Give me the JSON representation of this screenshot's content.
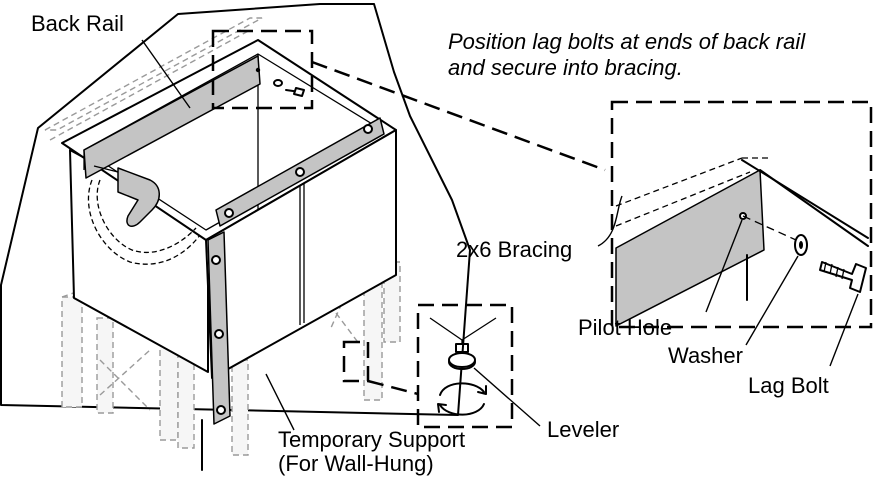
{
  "labels": {
    "back_rail": "Back Rail",
    "instruction_line1": "Position lag bolts at ends of back rail",
    "instruction_line2": "and secure into bracing.",
    "bracing": "2x6 Bracing",
    "pilot_hole": "Pilot Hole",
    "washer": "Washer",
    "lag_bolt": "Lag Bolt",
    "leveler": "Leveler",
    "support_line1": "Temporary Support",
    "support_line2": "(For Wall-Hung)"
  }
}
